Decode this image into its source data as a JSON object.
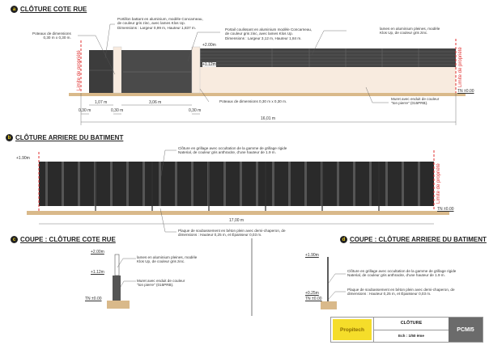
{
  "sections": {
    "a": {
      "badge": "a",
      "title": "CLÔTURE COTE RUE",
      "notes": {
        "poteaux_left": [
          "Poteaux de dimensions",
          "0,30 m x 0,30 m."
        ],
        "portillon": [
          "Portillon battant en aluminium, modèle Concarneau,",
          "de couleur gris zinc, avec lames Klos Up.",
          "Dimensions : Largeur 0,99 m, Hauteur 1,837 m."
        ],
        "portail": [
          "Portail coulissant en aluminium modèle Concarneau,",
          "de couleur gris zinc, avec lames Klos Up.",
          "Dimensions : Largeur 3,12 m, Hauteur 1,84 m."
        ],
        "lames": [
          "lames en aluminium pleines, modèle",
          "Klos Up,  de couleur gris zinc."
        ],
        "poteaux_bottom": "Poteaux de dimensions 0,30 m x 0,30 m.",
        "muret": [
          "Muret avec enduit de couleur",
          "\"ton pierre\" (015PRB)."
        ]
      },
      "levels": {
        "top": "+2.00m",
        "mid": "+1.12m",
        "tn": "TN ±0.00"
      },
      "dims": {
        "portillon": "1,07 m",
        "portail": "3,06 m",
        "post1": "0,30 m",
        "post2": "0,30 m",
        "post3": "0,30 m",
        "total": "16,01 m"
      },
      "limit_label": "Limite de propriété"
    },
    "b": {
      "badge": "b",
      "title": "CLÔTURE ARRIERE DU BATIMENT",
      "notes": {
        "grillage": [
          "Clôture en grillage avec occultation de la gamme de grillage rigide",
          "Naterial, de couleur gris anthracite, d'une hauteur de 1.9 m."
        ],
        "plaque": [
          "Plaque de soubassement en béton plein avec demi-chaperon, de",
          "dimensions : Hauteur 0,25 m, et Épaisseur 0,03 m."
        ]
      },
      "levels": {
        "top": "+1.90m",
        "tn": "TN ±0.00"
      },
      "dims": {
        "total": "17,00 m"
      },
      "limit_label": "Limite de propriété"
    },
    "c": {
      "badge": "c",
      "title": "COUPE : CLÔTURE COTE RUE",
      "levels": {
        "top": "+2.00m",
        "mid": "+1.12m",
        "tn": "TN ±0.00"
      },
      "notes": {
        "lames": [
          "lames en aluminium pleines, modèle",
          "Klos Up,  de couleur gris zinc."
        ],
        "muret": [
          "Muret avec enduit de couleur",
          "\"ton pierre\" (015PRB)."
        ]
      }
    },
    "d": {
      "badge": "d",
      "title": "COUPE : CLÔTURE ARRIERE DU BATIMENT",
      "levels": {
        "top": "+1.90m",
        "mid": "+0.25m",
        "tn": "TN ±0.00"
      },
      "notes": {
        "grillage": [
          "Clôture en grillage avec occultation de la gamme de grillage rigide",
          "Naterial, de couleur gris anthracite, d'une hauteur de 1.9 m."
        ],
        "plaque": [
          "Plaque de soubassement en béton plein avec demi-chaperon, de",
          "dimensions : Hauteur 0,25 m, et Épaisseur 0,03 m."
        ]
      }
    }
  },
  "title_block": {
    "logo": "Propitech",
    "name": "CLÔTURE",
    "scale": "Ech : 1/50 ème",
    "code": "PCMI5"
  },
  "colors": {
    "limit": "#e03030",
    "panel": "#3c3c3c",
    "wall": "#f8ebdf",
    "ground": "#d9b98a",
    "logo": "#f5dd2a"
  }
}
